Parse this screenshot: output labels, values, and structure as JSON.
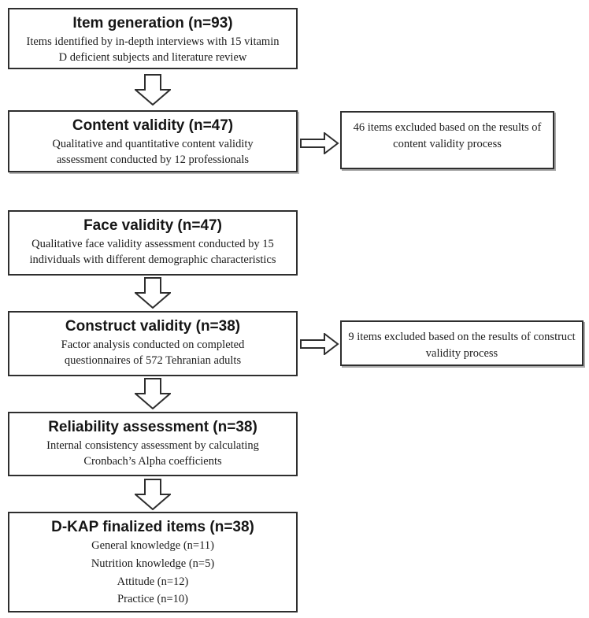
{
  "diagram": {
    "boxes": [
      {
        "title": "Item generation (n=93)",
        "body": "Items identified by in-depth interviews with 15 vitamin D deficient subjects and literature review"
      },
      {
        "title": "Content validity (n=47)",
        "body": "Qualitative and quantitative content validity assessment conducted by 12 professionals"
      },
      {
        "title": "Face validity (n=47)",
        "body": "Qualitative face validity assessment conducted by 15 individuals with different demographic characteristics"
      },
      {
        "title": "Construct validity (n=38)",
        "body": "Factor analysis conducted on completed questionnaires of 572 Tehranian adults"
      },
      {
        "title": "Reliability assessment (n=38)",
        "body": "Internal consistency assessment by calculating Cronbach’s Alpha coefficients"
      },
      {
        "title": "D-KAP finalized items (n=38)",
        "lines": [
          "General knowledge (n=11)",
          "Nutrition knowledge (n=5)",
          "Attitude (n=12)",
          "Practice (n=10)"
        ]
      }
    ],
    "side_boxes": [
      {
        "text": "46 items excluded based on the results of content validity process"
      },
      {
        "text": "9 items excluded based on the results of construct validity process"
      }
    ],
    "icons": {
      "down_arrow": "down-arrow-icon",
      "right_arrow": "right-arrow-icon"
    },
    "colors": {
      "border": "#2e2e2e",
      "text": "#1c1c1c",
      "background": "#ffffff",
      "shadow": "#a8a8a8"
    }
  }
}
